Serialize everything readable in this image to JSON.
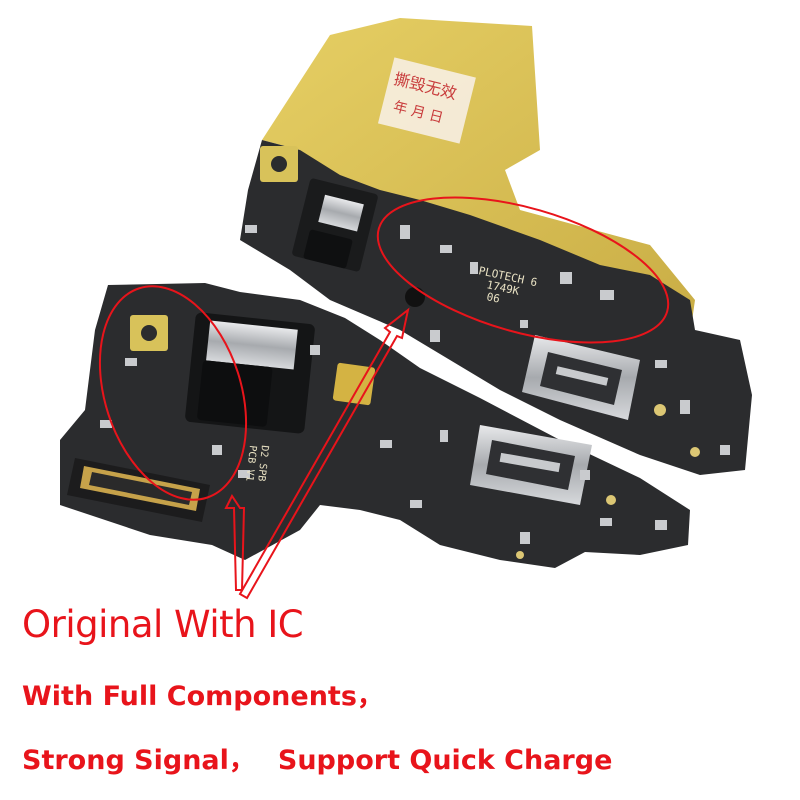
{
  "captions": {
    "line1": "Original With IC",
    "line2": "With Full Components，",
    "line3a": "Strong Signal，",
    "line3b": "Support Quick Charge"
  },
  "sticker": {
    "line1": "撕毁无效",
    "line2": "年 月 日"
  },
  "board_marks": {
    "top_code1": "PLOTECH 6",
    "top_code2": "1749K",
    "top_code3": "06",
    "bottom_code": "D2 SPB",
    "bottom_code2": "PCB V1"
  },
  "colors": {
    "accent_red": "#e8141b",
    "pcb_dark": "#2a2b2d",
    "flex_gold": "#d8c25a",
    "metal": "#b9bcc0"
  }
}
